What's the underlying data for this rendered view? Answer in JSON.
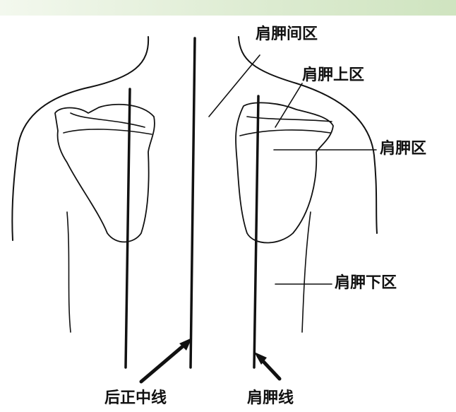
{
  "labels": {
    "interscapular": "肩胛间区",
    "suprascapular": "肩胛上区",
    "scapular": "肩胛区",
    "infrascapular": "肩胛下区",
    "posterior_midline": "后正中线",
    "scapular_line": "肩胛线"
  },
  "colors": {
    "ink": "#111111",
    "band": "#dcebd0"
  }
}
